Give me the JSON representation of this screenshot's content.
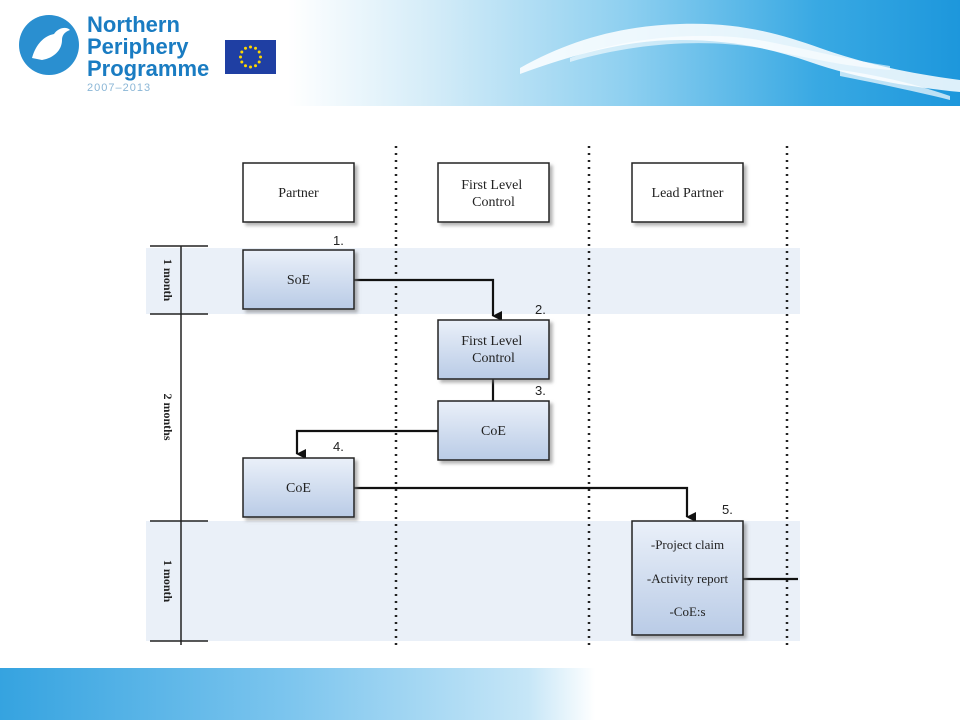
{
  "header": {
    "logo_line1": "Northern",
    "logo_line2": "Periphery",
    "logo_line3": "Programme",
    "logo_years": "2007–2013"
  },
  "diagram": {
    "columns": [
      "Partner",
      "First Level Control",
      "Lead Partner"
    ],
    "periods": [
      "1 month",
      "2 months",
      "1 month"
    ],
    "steps": [
      {
        "number": "1.",
        "label": "SoE"
      },
      {
        "number": "2.",
        "label": "First Level Control"
      },
      {
        "number": "3.",
        "label": "CoE"
      },
      {
        "number": "4.",
        "label": "CoE"
      },
      {
        "number": "5.",
        "lines": [
          "-Project claim",
          "-Activity report",
          "-CoE:s"
        ]
      }
    ]
  },
  "colors": {
    "brand_blue": "#1a7cc2",
    "band_fill": "#eaf0f8",
    "box_fill_top": "#eaf0f9",
    "box_fill_bottom": "#b9cbe6"
  }
}
